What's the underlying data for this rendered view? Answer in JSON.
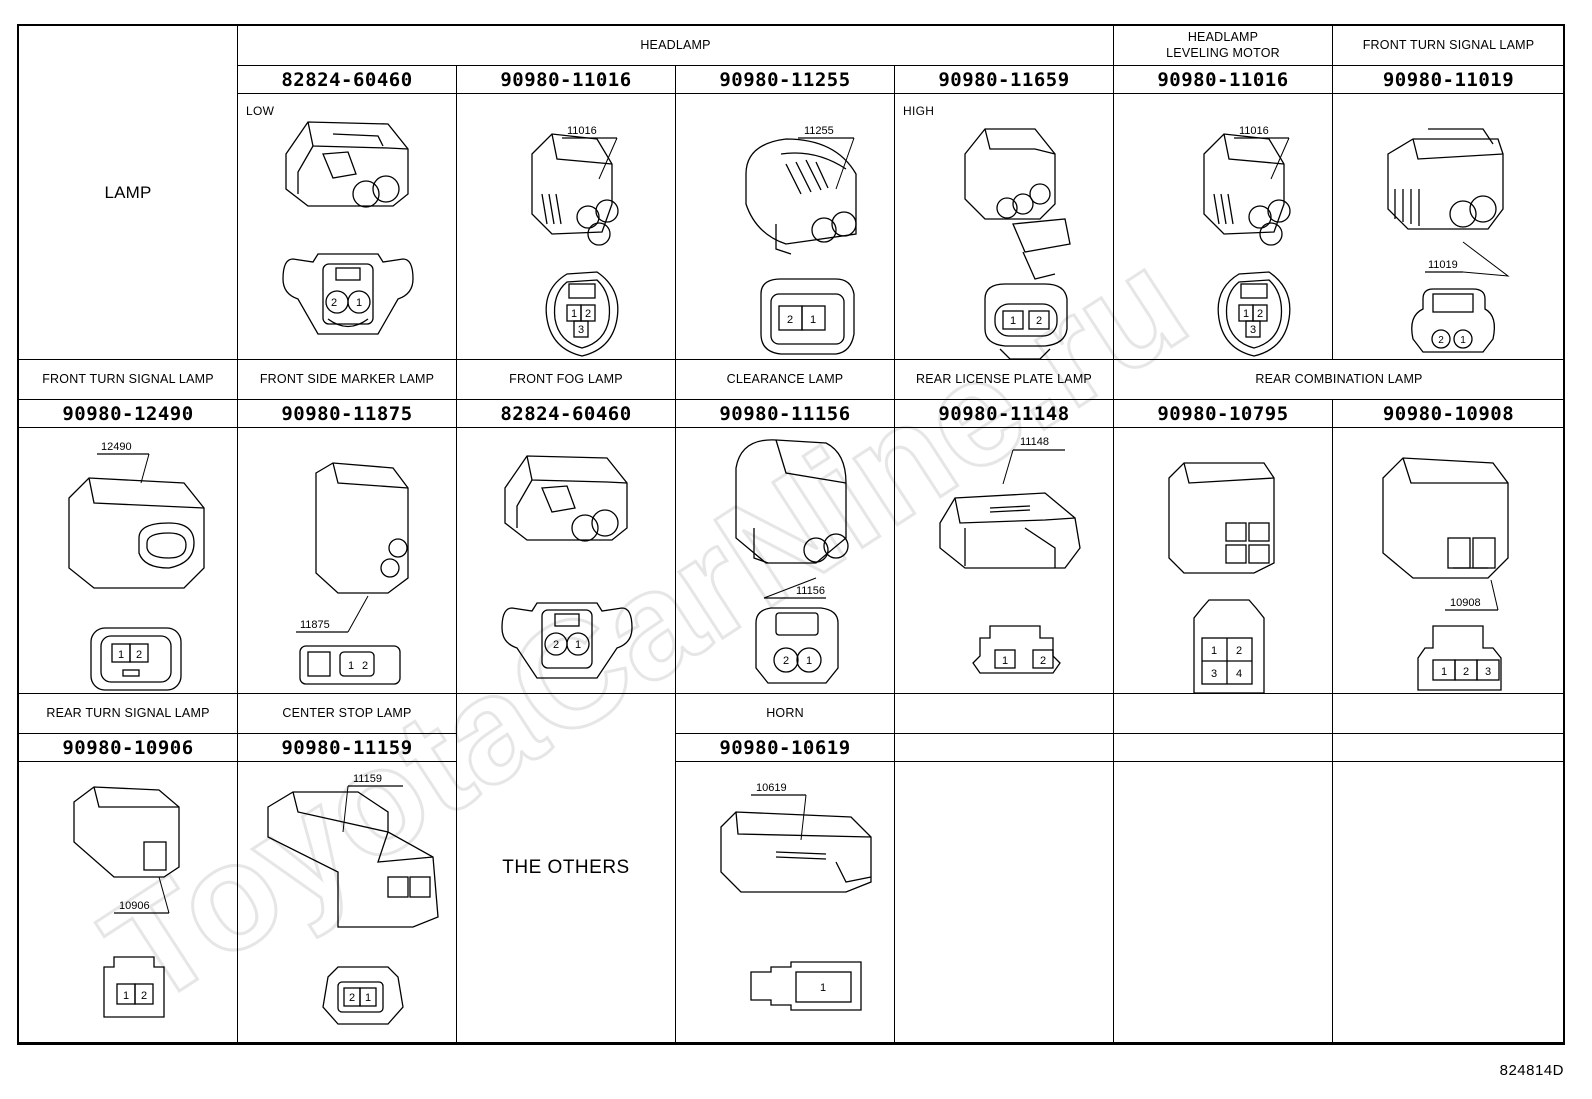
{
  "row1": {
    "lamp_label": "LAMP",
    "headlamp_label": "HEADLAMP",
    "leveling_label_1": "HEADLAMP",
    "leveling_label_2": "LEVELING MOTOR",
    "front_turn_label": "FRONT TURN SIGNAL LAMP",
    "parts": [
      "82824-60460",
      "90980-11016",
      "90980-11255",
      "90980-11659",
      "90980-11016",
      "90980-11019"
    ],
    "tag_low": "LOW",
    "tag_high": "HIGH",
    "callouts": [
      "11016",
      "11255",
      "11016",
      "11019"
    ]
  },
  "row2": {
    "labels": [
      "FRONT TURN SIGNAL LAMP",
      "FRONT SIDE MARKER LAMP",
      "FRONT FOG LAMP",
      "CLEARANCE LAMP",
      "REAR LICENSE PLATE LAMP",
      "REAR COMBINATION LAMP"
    ],
    "parts": [
      "90980-12490",
      "90980-11875",
      "82824-60460",
      "90980-11156",
      "90980-11148",
      "90980-10795",
      "90980-10908"
    ],
    "callouts": [
      "12490",
      "11875",
      "11156",
      "11148",
      "10908"
    ]
  },
  "row3": {
    "labels": [
      "REAR TURN SIGNAL LAMP",
      "CENTER STOP LAMP",
      "HORN"
    ],
    "parts": [
      "90980-10906",
      "90980-11159",
      "90980-10619"
    ],
    "others_label": "THE OTHERS",
    "callouts": [
      "10906",
      "11159",
      "10619"
    ]
  },
  "figure_id": "824814D",
  "watermark": "ToyotaCarNine.ru"
}
